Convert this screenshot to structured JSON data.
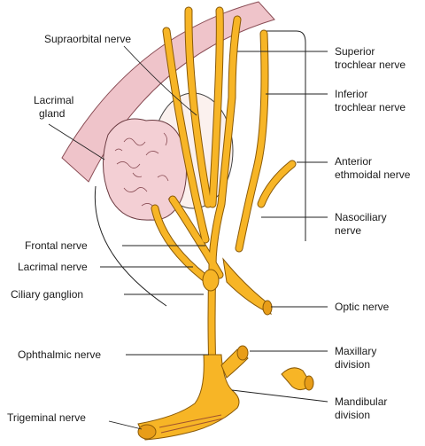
{
  "labels": {
    "supraorbital": "Supraorbital nerve",
    "lacrimal_gland_1": "Lacrimal",
    "lacrimal_gland_2": "gland",
    "frontal": "Frontal nerve",
    "lacrimal_nerve": "Lacrimal nerve",
    "ciliary": "Ciliary ganglion",
    "ophthalmic": "Ophthalmic nerve",
    "trigeminal": "Trigeminal nerve",
    "sup_trochlear_1": "Superior",
    "sup_trochlear_2": "trochlear nerve",
    "inf_trochlear_1": "Inferior",
    "inf_trochlear_2": "trochlear nerve",
    "ant_ethmoidal_1": "Anterior",
    "ant_ethmoidal_2": "ethmoidal nerve",
    "nasociliary_1": "Nasociliary",
    "nasociliary_2": "nerve",
    "optic": "Optic nerve",
    "maxillary_1": "Maxillary",
    "maxillary_2": "division",
    "mandibular_1": "Mandibular",
    "mandibular_2": "division"
  },
  "colors": {
    "nerve": "#f7b526",
    "nerve_outline": "#8a5a08",
    "orbital_rim": "#efc4ca",
    "gland": "#f3cfd4",
    "eyeball": "#fbf1ee"
  }
}
